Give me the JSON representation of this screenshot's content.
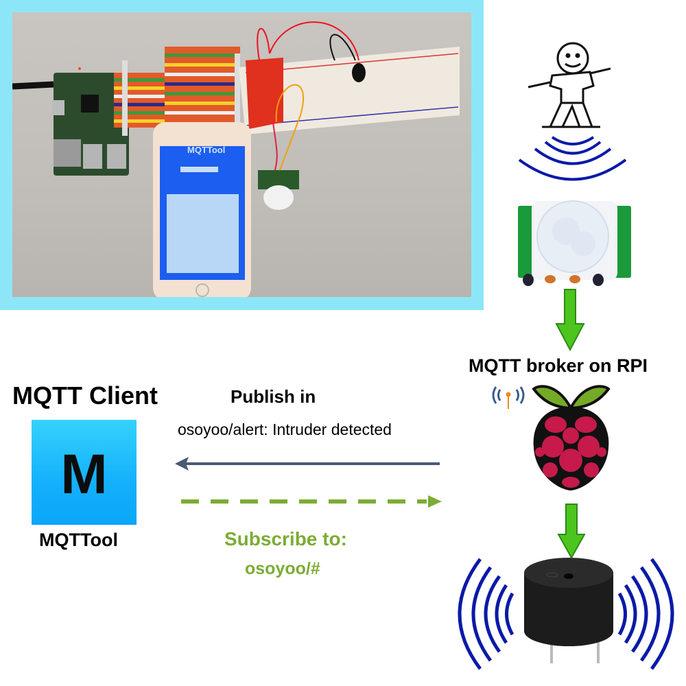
{
  "photo": {
    "phone_app_title": "MQTTool"
  },
  "client": {
    "title": "MQTT Client",
    "app_icon_letter": "M",
    "app_name": "MQTTool"
  },
  "publish": {
    "title": "Publish in",
    "topic_message": "osoyoo/alert: Intruder detected",
    "arrow_color": "#4a5a72"
  },
  "subscribe": {
    "title": "Subscribe to:",
    "topic": "osoyoo/#",
    "color": "#7cac35"
  },
  "broker": {
    "title": "MQTT broker on RPI"
  },
  "colors": {
    "photo_border": "#8de6f8",
    "signal_waves": "#0a1aa8",
    "flow_arrow_green": "#4cc51f",
    "raspberry_red": "#c51a4a",
    "leaf_green": "#75a928"
  },
  "icons": [
    "person-icon",
    "motion-waves-icon",
    "pir-sensor-icon",
    "down-arrow-icon",
    "wireless-antenna-icon",
    "raspberry-pi-logo-icon",
    "buzzer-icon",
    "sound-waves-icon"
  ]
}
